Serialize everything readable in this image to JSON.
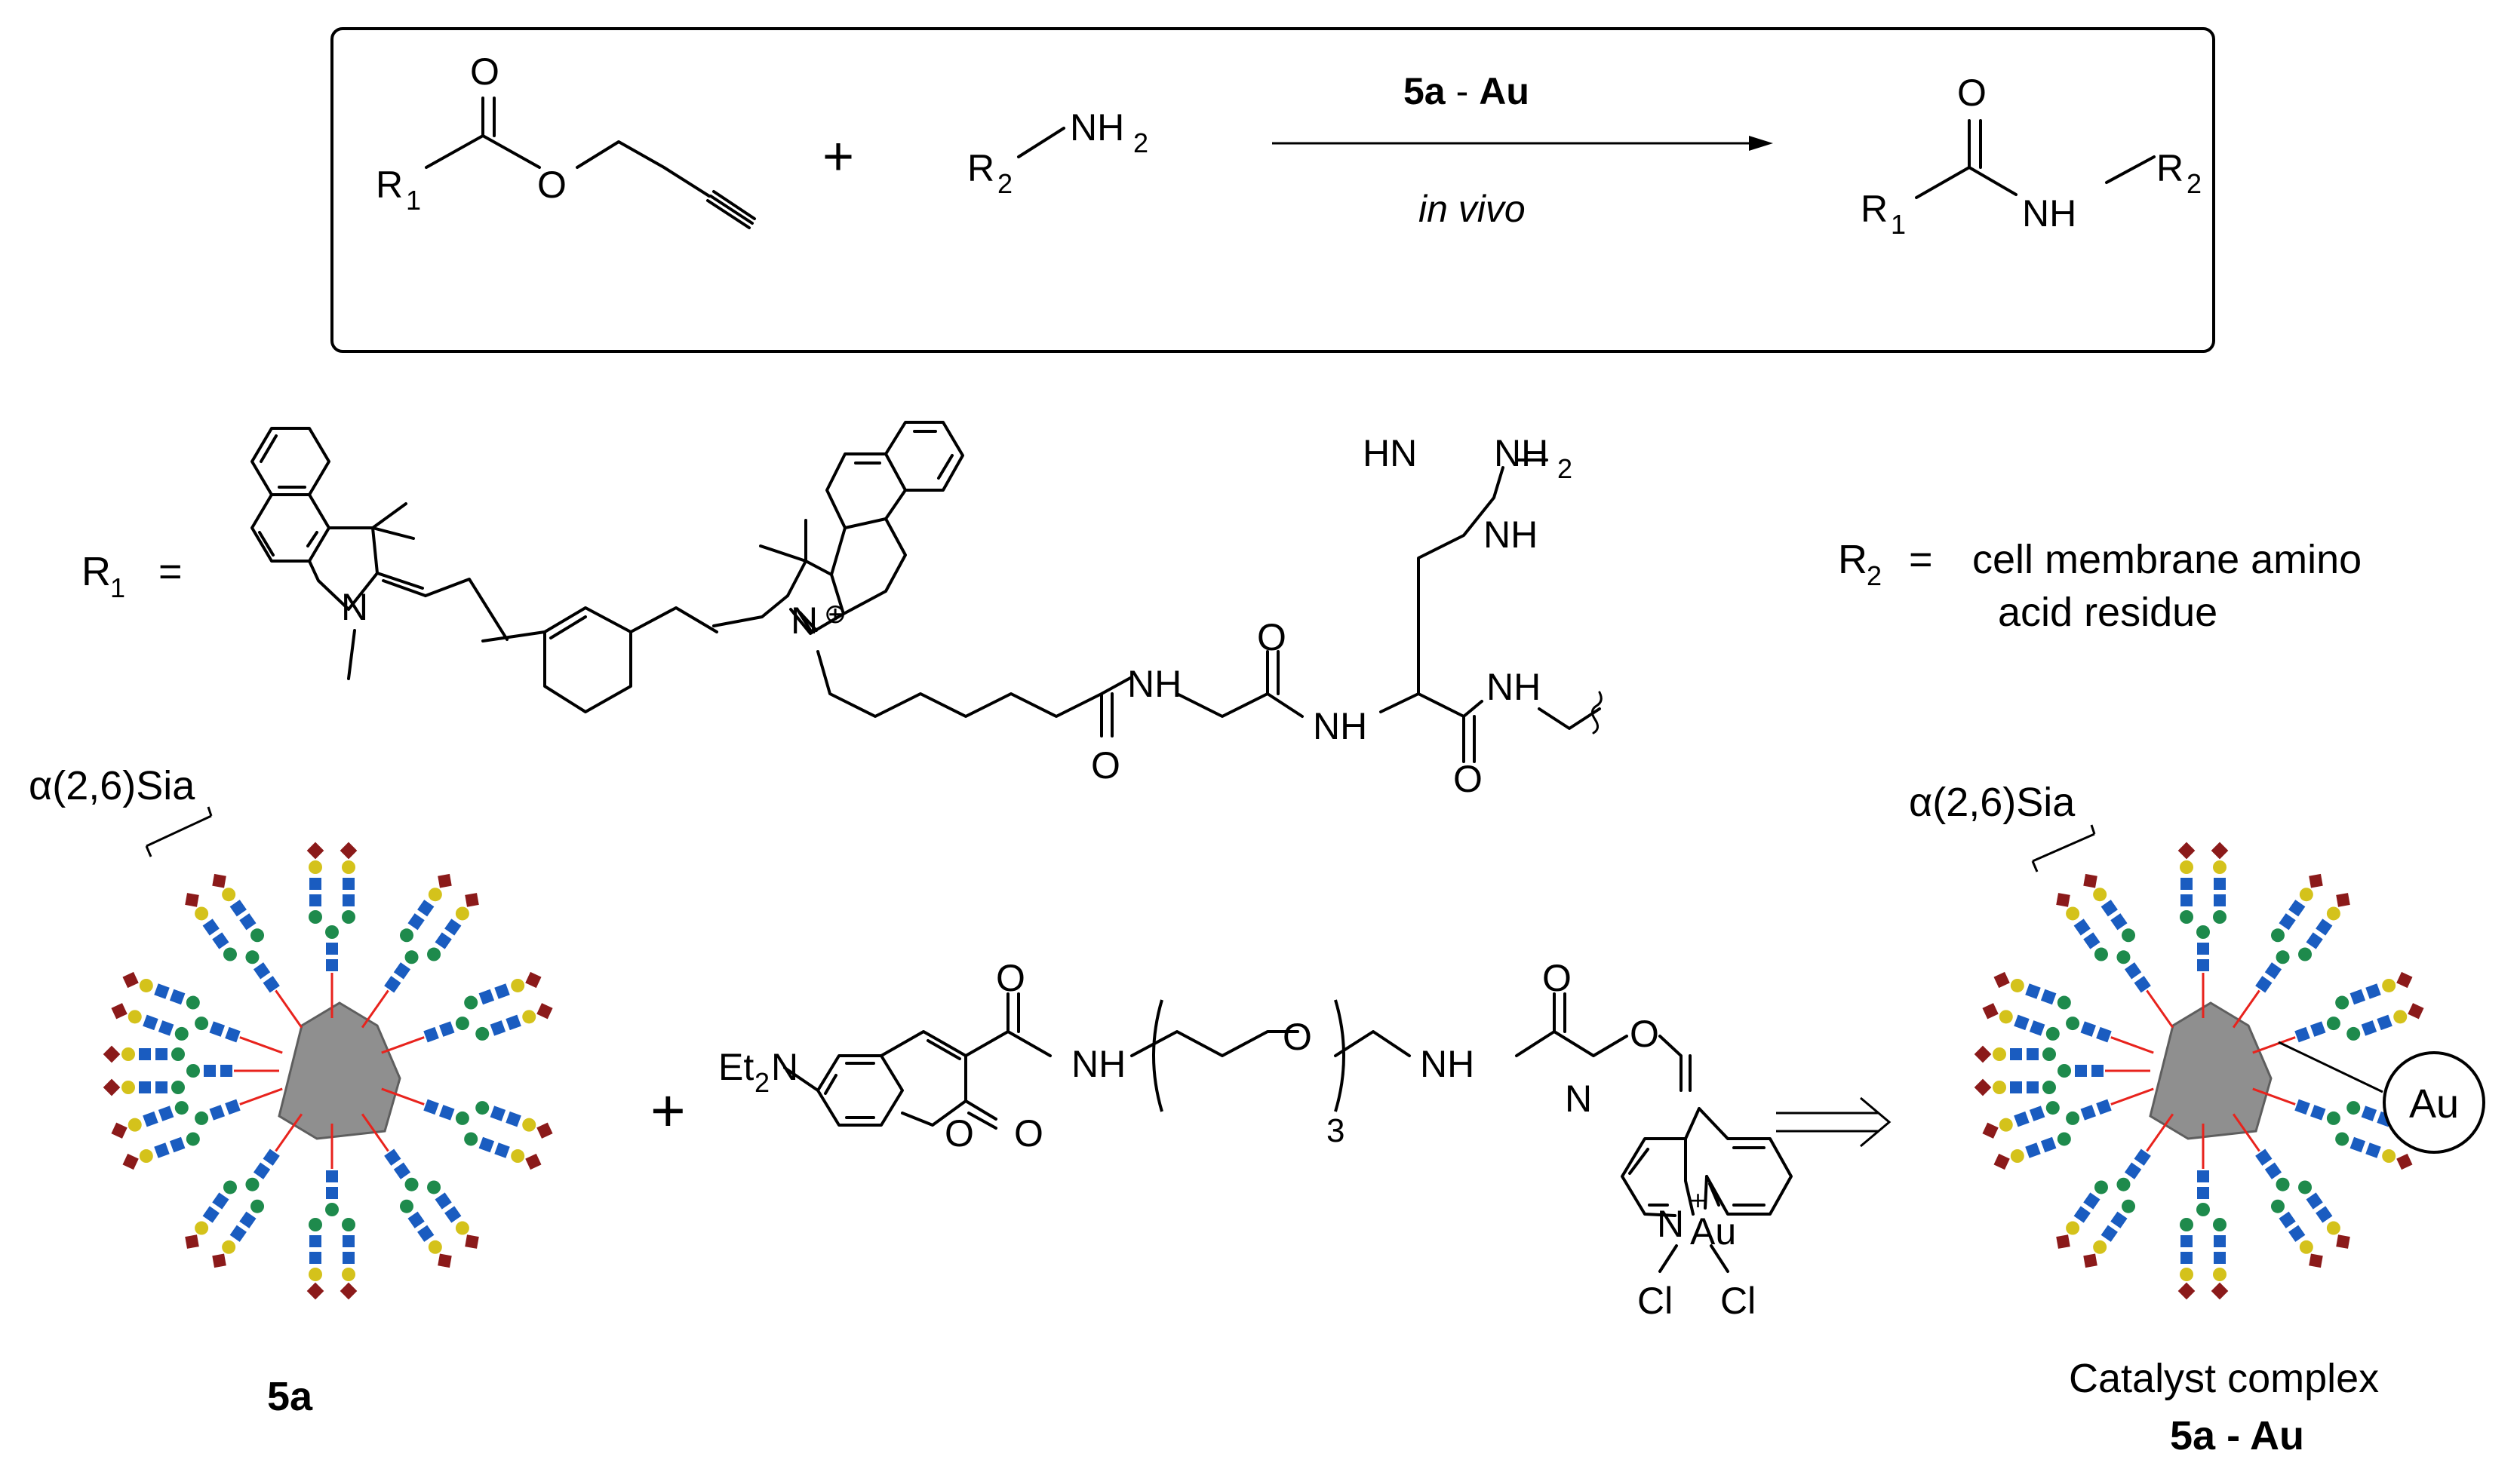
{
  "reaction": {
    "reactant1": {
      "o_top": "O",
      "r": "R",
      "r_sub": "1",
      "o_ester": "O"
    },
    "plus": "+",
    "reactant2": {
      "r": "R",
      "r_sub": "2",
      "nh": "NH",
      "nh_sub": "2"
    },
    "catalyst": {
      "name": "5a",
      "sep": "-",
      "metal": "Au"
    },
    "condition": "in vivo",
    "product": {
      "o": "O",
      "r1": "R",
      "r1_sub": "1",
      "nh": "NH",
      "r2": "R",
      "r2_sub": "2"
    }
  },
  "r1_definition": {
    "label": "R",
    "label_sub": "1",
    "equals": "=",
    "atoms": {
      "n1": "N",
      "n2": "N",
      "charge": "⊕",
      "hn": "HN",
      "nh2": "NH",
      "nh2_sub": "2",
      "nh_guan": "NH",
      "nh_a": "NH",
      "nh_b": "NH",
      "nh_c": "NH",
      "o_a": "O",
      "o_b": "O",
      "o_c": "O"
    }
  },
  "r2_definition": {
    "label": "R",
    "label_sub": "2",
    "equals": "=",
    "text_line1": "cell membrane amino",
    "text_line2": "acid residue"
  },
  "glycoprotein_left": {
    "glycan_label": "α(2,6)Sia",
    "name": "5a"
  },
  "glycoprotein_right": {
    "glycan_label": "α(2,6)Sia",
    "metal": "Au",
    "caption": "Catalyst complex",
    "name": "5a - Au"
  },
  "linker": {
    "et2n": "Et",
    "et2n_sub": "2",
    "et2n_n": "N",
    "o_ring": "O",
    "o_carbonyl": "O",
    "o_amide": "O",
    "nh1": "NH",
    "o_peg": "O",
    "peg_n": "3",
    "nh2": "NH",
    "o_amide2": "O",
    "o_oxime": "O",
    "n_oxime": "N",
    "n_pyr": "N",
    "n_plus": "+",
    "au": "Au",
    "cl1": "Cl",
    "cl2": "Cl"
  },
  "plus2": "+",
  "colors": {
    "line": "#000000",
    "tether": "#e8231d",
    "sialic": "#8b1a1a",
    "galactose": "#d4c21b",
    "glcnac": "#1a5cc0",
    "mannose": "#1e8a4c",
    "protein": "#8f8f8f"
  }
}
